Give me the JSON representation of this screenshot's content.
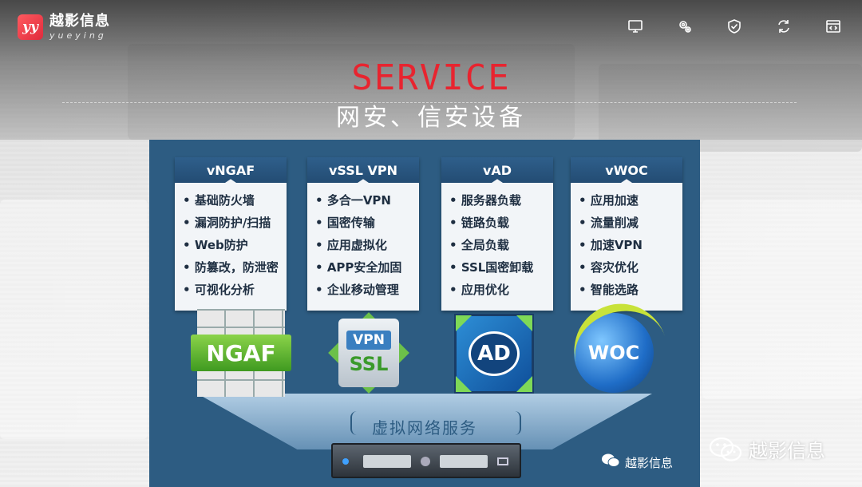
{
  "brand": {
    "logo_mark": "yy",
    "name_cn": "越影信息",
    "name_en": "yueying"
  },
  "nav": {
    "icons": [
      "monitor-icon",
      "gears-icon",
      "shield-check-icon",
      "refresh-cycle-icon",
      "code-window-icon"
    ]
  },
  "hero": {
    "title": "SERVICE",
    "subtitle": "网安、信安设备"
  },
  "slide": {
    "cards": [
      {
        "title": "vNGAF",
        "items": [
          "基础防火墙",
          "漏洞防护/扫描",
          "Web防护",
          "防篡改，防泄密",
          "可视化分析"
        ]
      },
      {
        "title": "vSSL VPN",
        "items": [
          "多合一VPN",
          "国密传输",
          "应用虚拟化",
          "APP安全加固",
          "企业移动管理"
        ]
      },
      {
        "title": "vAD",
        "items": [
          "服务器负载",
          "链路负载",
          "全局负载",
          "SSL国密卸载",
          "应用优化"
        ]
      },
      {
        "title": "vWOC",
        "items": [
          "应用加速",
          "流量削减",
          "加速VPN",
          "容灾优化",
          "智能选路"
        ]
      }
    ],
    "products": {
      "ngaf_label": "NGAF",
      "vpn_label": "VPN",
      "ssl_label": "SSL",
      "ad_label": "AD",
      "woc_label": "WOC"
    },
    "virtual_service_label": "虚拟网络服务",
    "watermark": "越影信息"
  },
  "page_watermark": "越影信息",
  "colors": {
    "accent_red": "#e8242f",
    "slide_blue": "#2d5c82",
    "logo_red": "#e02a3c"
  }
}
